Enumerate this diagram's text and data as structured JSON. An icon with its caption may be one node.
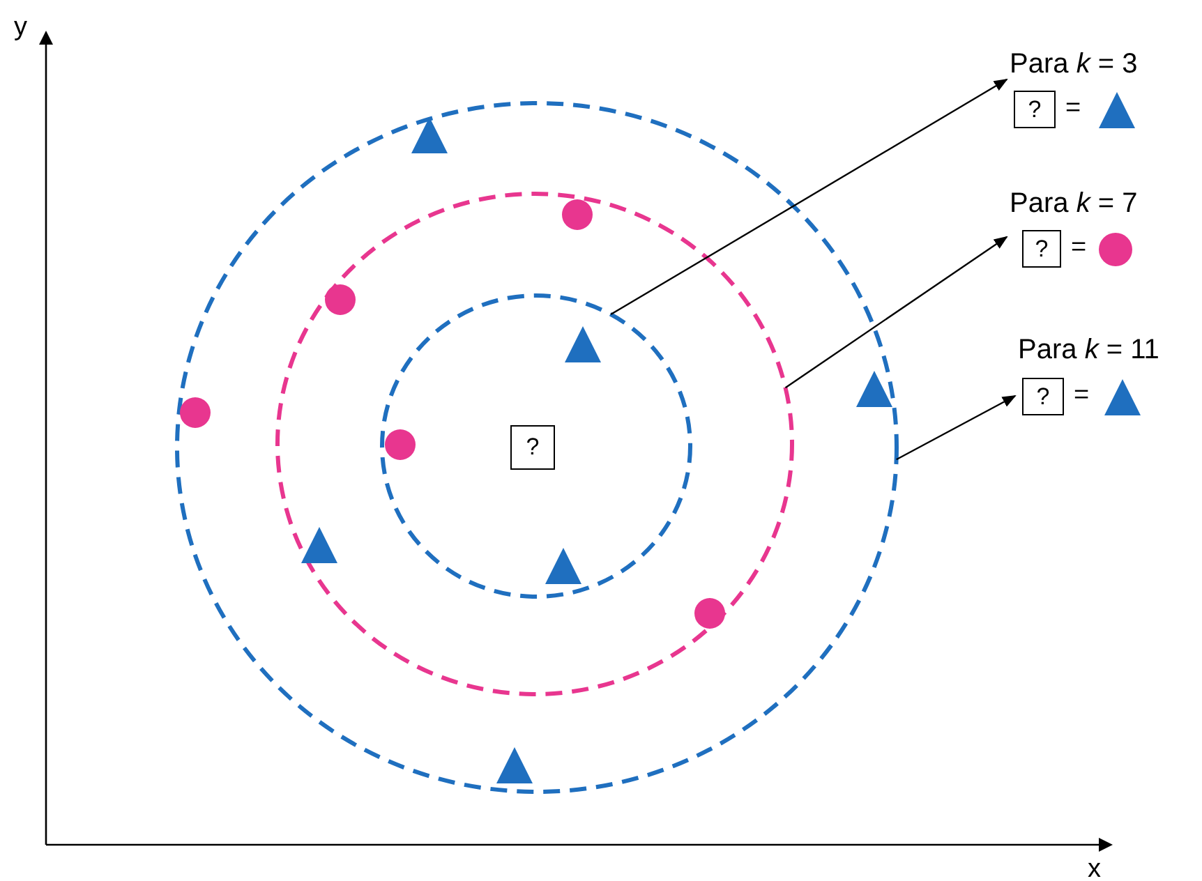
{
  "diagram": {
    "nodes": [
      {
        "text": [],
        "shape": "circle"
      },
      {
        "text": [],
        "shape": "circle",
        "in": 0
      },
      {
        "text": [],
        "shape": "circle",
        "in": 1
      },
      {
        "text": [
          "?"
        ],
        "in": 2
      },
      {
        "text": [
          "Para *k* = 3"
        ]
      },
      {
        "text": [
          "?"
        ],
        "beside": [
          "="
        ]
      },
      {
        "text": [
          "Para *k* = 7"
        ]
      },
      {
        "text": [
          "?"
        ],
        "beside": [
          "="
        ]
      },
      {
        "text": [
          "Para *k* = 11"
        ]
      },
      {
        "text": [
          "?"
        ],
        "beside": [
          "="
        ]
      }
    ],
    "edges": [
      {
        "from": 2,
        "to": 4,
        "arrow": "to"
      },
      {
        "from": 1,
        "to": 6,
        "arrow": "to"
      },
      {
        "from": 0,
        "to": 8,
        "arrow": "to"
      }
    ],
    "labels": [
      "y",
      "x"
    ]
  }
}
